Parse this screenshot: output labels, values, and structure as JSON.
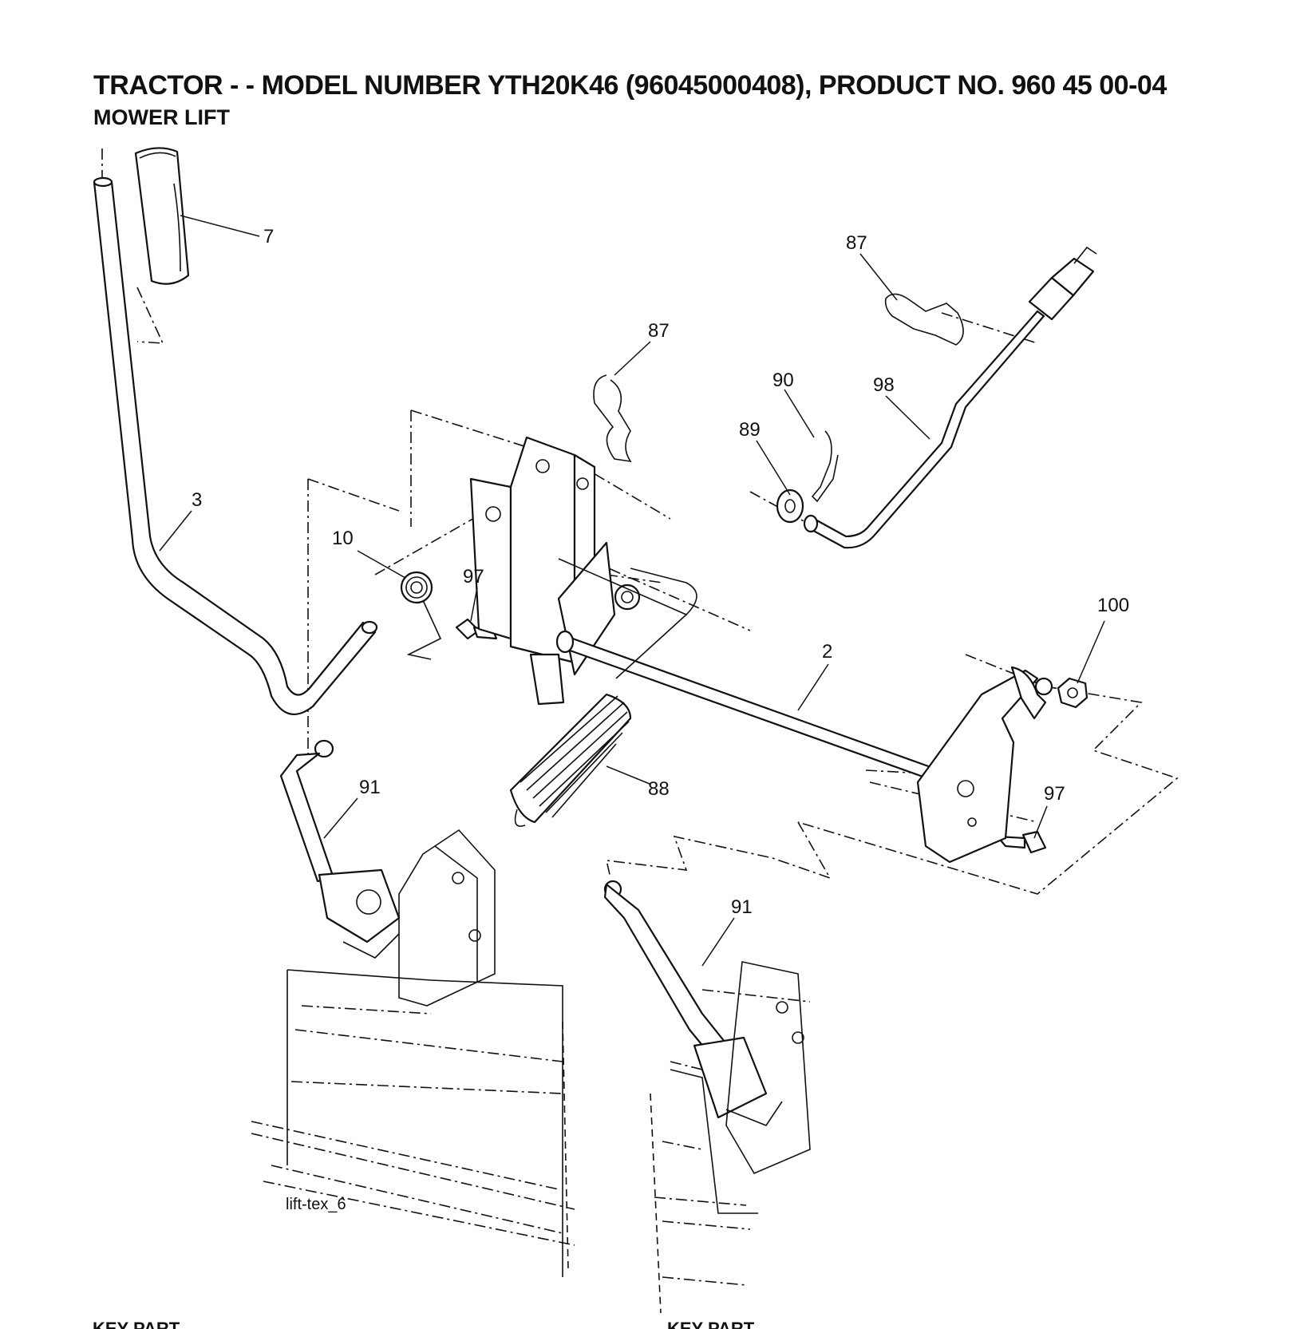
{
  "header": {
    "title": "TRACTOR - - MODEL NUMBER YTH20K46 (96045000408), PRODUCT NO. 960 45 00-04",
    "subtitle": "MOWER LIFT"
  },
  "callouts": [
    {
      "id": "callout-7",
      "label": "7"
    },
    {
      "id": "callout-87-top",
      "label": "87"
    },
    {
      "id": "callout-87-mid",
      "label": "87"
    },
    {
      "id": "callout-90",
      "label": "90"
    },
    {
      "id": "callout-98",
      "label": "98"
    },
    {
      "id": "callout-89",
      "label": "89"
    },
    {
      "id": "callout-3",
      "label": "3"
    },
    {
      "id": "callout-10",
      "label": "10"
    },
    {
      "id": "callout-97-left",
      "label": "97"
    },
    {
      "id": "callout-100",
      "label": "100"
    },
    {
      "id": "callout-2",
      "label": "2"
    },
    {
      "id": "callout-91-left",
      "label": "91"
    },
    {
      "id": "callout-88",
      "label": "88"
    },
    {
      "id": "callout-97-right",
      "label": "97"
    },
    {
      "id": "callout-91-right",
      "label": "91"
    }
  ],
  "drawing_ref": "lift-tex_6",
  "footer": {
    "left": "KEY PART",
    "right": "KEY PART"
  }
}
